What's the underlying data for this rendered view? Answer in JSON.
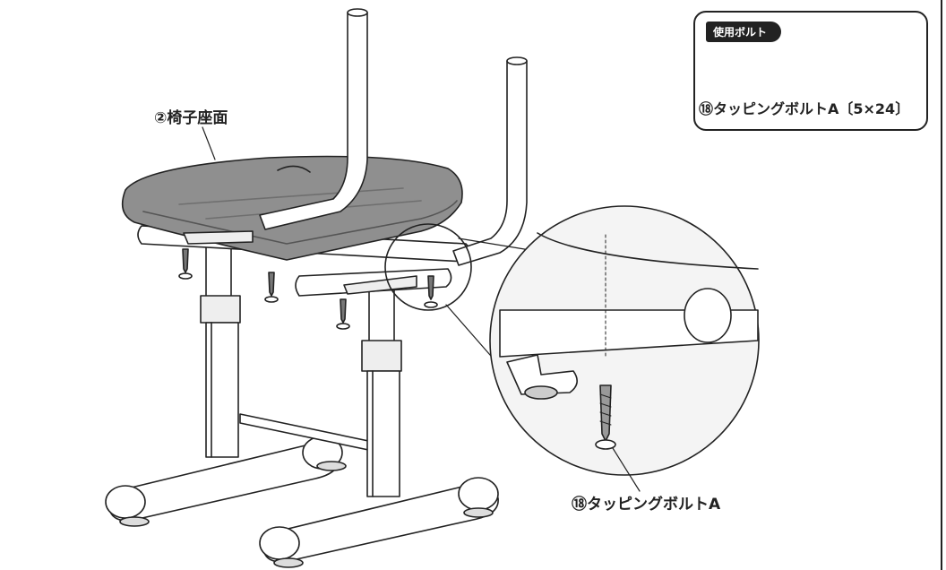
{
  "labels": {
    "seat": "②椅子座面",
    "screw": "⑱タッピングボルトA"
  },
  "bolt_box": {
    "badge": "使用ボルト",
    "caption": "⑱タッピングボルトA〔5×24〕"
  },
  "colors": {
    "line": "#222222",
    "seat_fill": "#8f8f8f",
    "seat_dark": "#6f6f6f",
    "tube_fill": "#ffffff",
    "magnifier_fill": "#f4f4f4"
  }
}
